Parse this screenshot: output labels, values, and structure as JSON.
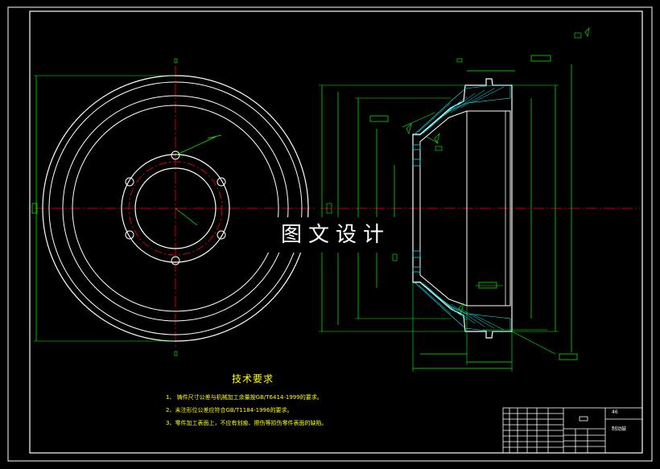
{
  "watermark": "图文设计",
  "technical_requirements": {
    "title": "技术要求",
    "notes": [
      "1、 铸件尺寸公差与机械加工余量按GB/T6414-1999的要求。",
      "2、未注形位公差应符合GB/T1184-1996的要求。",
      "3、零件加工表面上，不应有划痕、擦伤等损伤零件表面的缺陷。"
    ]
  },
  "title_block": {
    "part_name": "制动鼓",
    "material_label": "46"
  },
  "colors": {
    "background": "#000000",
    "outline": "#ffffff",
    "centerline": "#ff0000",
    "dimension": "#00ff00",
    "annotation": "#ffff00",
    "section": "#00ffff"
  }
}
